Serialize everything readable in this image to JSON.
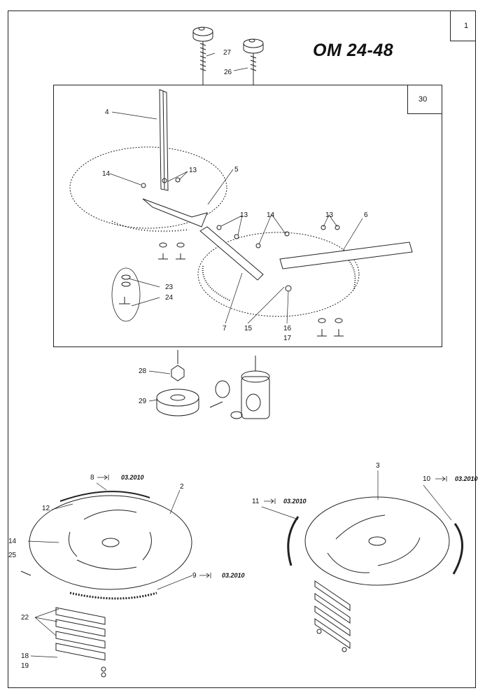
{
  "header": {
    "title": "OM 24-48",
    "page_number": "1",
    "inner_box_number": "30"
  },
  "callouts": {
    "c27": "27",
    "c26": "26",
    "c4": "4",
    "c14a": "14",
    "c13a": "13",
    "c5": "5",
    "c13b": "13",
    "c14b": "14",
    "c13c": "13",
    "c6": "6",
    "c23": "23",
    "c24": "24",
    "c7": "7",
    "c15": "15",
    "c16": "16",
    "c17": "17",
    "c28": "28",
    "c29": "29",
    "c8": "8",
    "c2": "2",
    "c12": "12",
    "c14c": "14",
    "c25": "25",
    "c9": "9",
    "c22": "22",
    "c18": "18",
    "c19": "19",
    "c3": "3",
    "c10": "10",
    "c11": "11"
  },
  "dates": {
    "d8": "03.2010",
    "d9": "03.2010",
    "d10": "03.2010",
    "d11": "03.2010"
  },
  "colors": {
    "line": "#222222",
    "background": "#ffffff"
  }
}
